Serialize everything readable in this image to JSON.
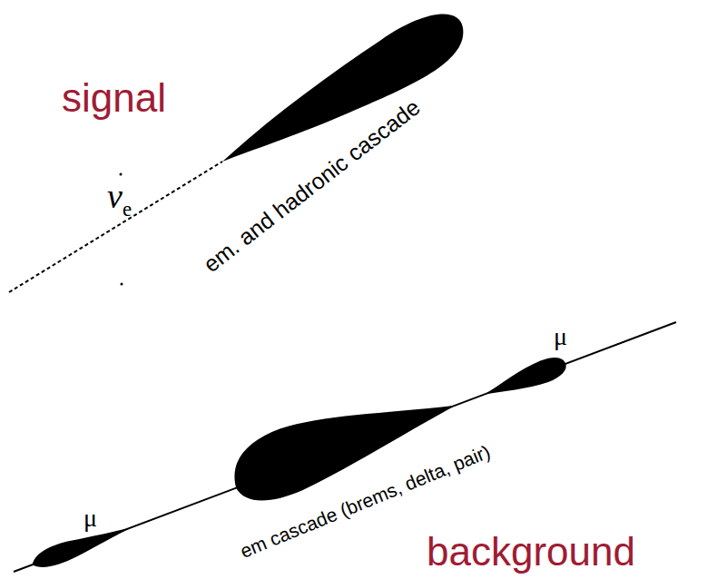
{
  "diagram": {
    "labels": [
      "signal",
      "νe",
      "em. and hadronic cascade",
      "μ",
      "μ",
      "em cascade (brems, delta, pair)",
      "background"
    ]
  }
}
